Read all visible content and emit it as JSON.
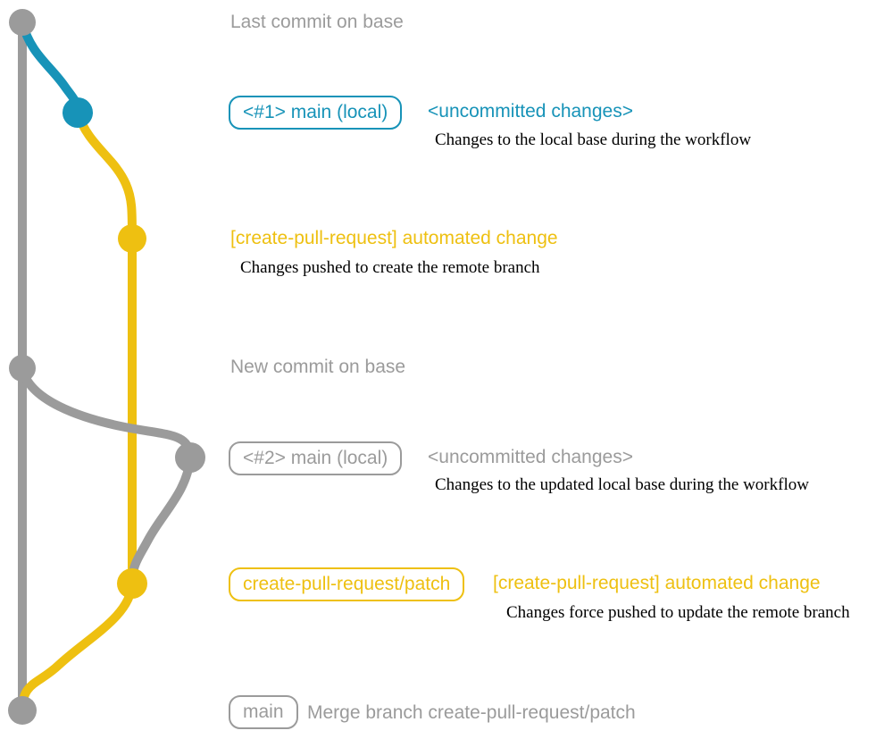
{
  "colors": {
    "gray": "#9b9b9b",
    "blue": "#1793b8",
    "yellow": "#eec011",
    "desc_text": "#000000"
  },
  "annotations": {
    "last_commit_label": "Last commit on base",
    "new_commit_label": "New commit on base"
  },
  "entries": {
    "local1": {
      "badge": "<#1> main (local)",
      "title": "<uncommitted changes>",
      "desc": "Changes to the local base during the workflow"
    },
    "push1": {
      "title": "[create-pull-request] automated change",
      "desc": "Changes pushed to create the remote branch"
    },
    "local2": {
      "badge": "<#2> main (local)",
      "title": "<uncommitted changes>",
      "desc": "Changes to the updated local base during the workflow"
    },
    "push2": {
      "badge": "create-pull-request/patch",
      "title": "[create-pull-request] automated change",
      "desc": "Changes force pushed to update the remote branch"
    },
    "merge": {
      "badge": "main",
      "title": "Merge branch create-pull-request/patch"
    }
  },
  "graph": {
    "branches": [
      {
        "name": "base",
        "color": "#9b9b9b"
      },
      {
        "name": "main (local)",
        "color": "#1793b8"
      },
      {
        "name": "create-pull-request/patch",
        "color": "#eec011"
      }
    ],
    "commits": [
      {
        "label": "Last commit on base",
        "branch": "base"
      },
      {
        "label": "<#1> main (local) <uncommitted changes>",
        "branch": "main (local)"
      },
      {
        "label": "[create-pull-request] automated change",
        "branch": "create-pull-request/patch"
      },
      {
        "label": "New commit on base",
        "branch": "base"
      },
      {
        "label": "<#2> main (local) <uncommitted changes>",
        "branch": "main (local)"
      },
      {
        "label": "[create-pull-request] automated change",
        "branch": "create-pull-request/patch"
      },
      {
        "label": "Merge branch create-pull-request/patch",
        "branch": "base"
      }
    ]
  }
}
